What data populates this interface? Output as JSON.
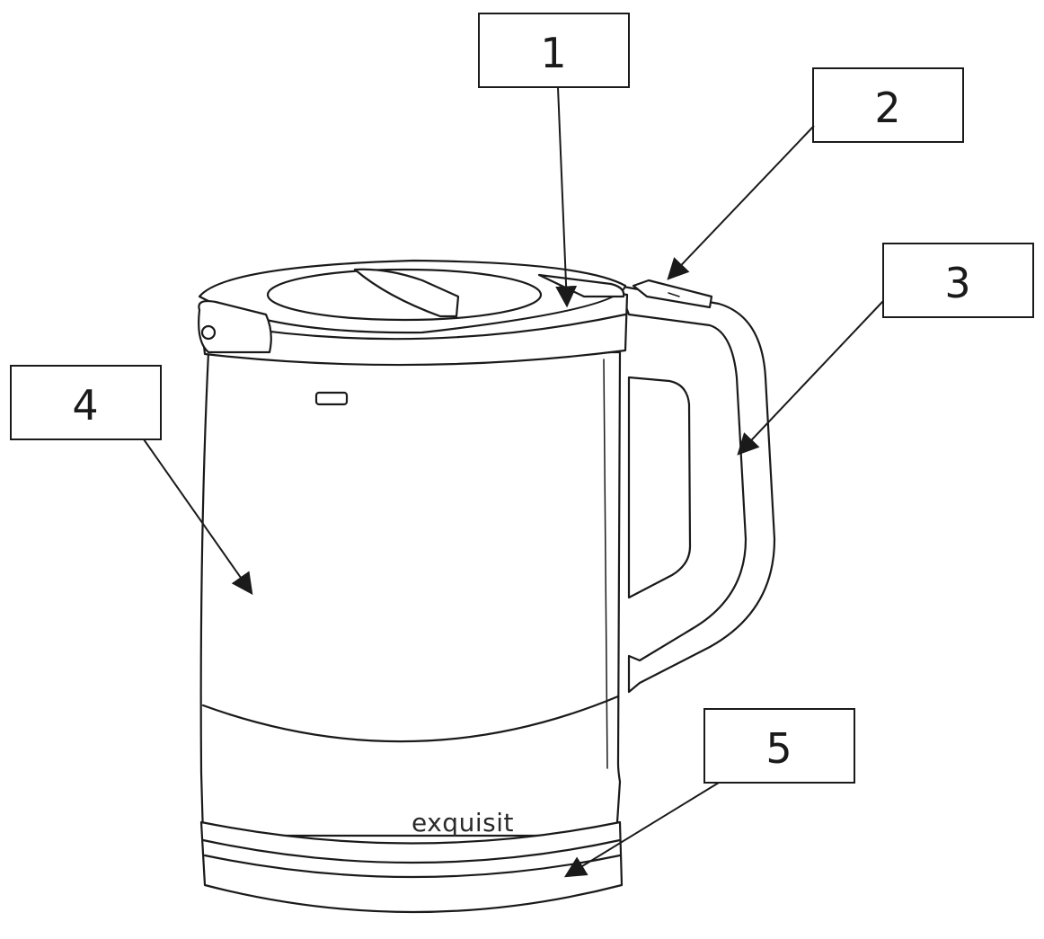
{
  "diagram": {
    "brand_text": "exquisit",
    "callouts": [
      {
        "label": "1",
        "part": "lid"
      },
      {
        "label": "2",
        "part": "on-off-switch"
      },
      {
        "label": "3",
        "part": "handle"
      },
      {
        "label": "4",
        "part": "water-tank"
      },
      {
        "label": "5",
        "part": "base"
      }
    ]
  }
}
